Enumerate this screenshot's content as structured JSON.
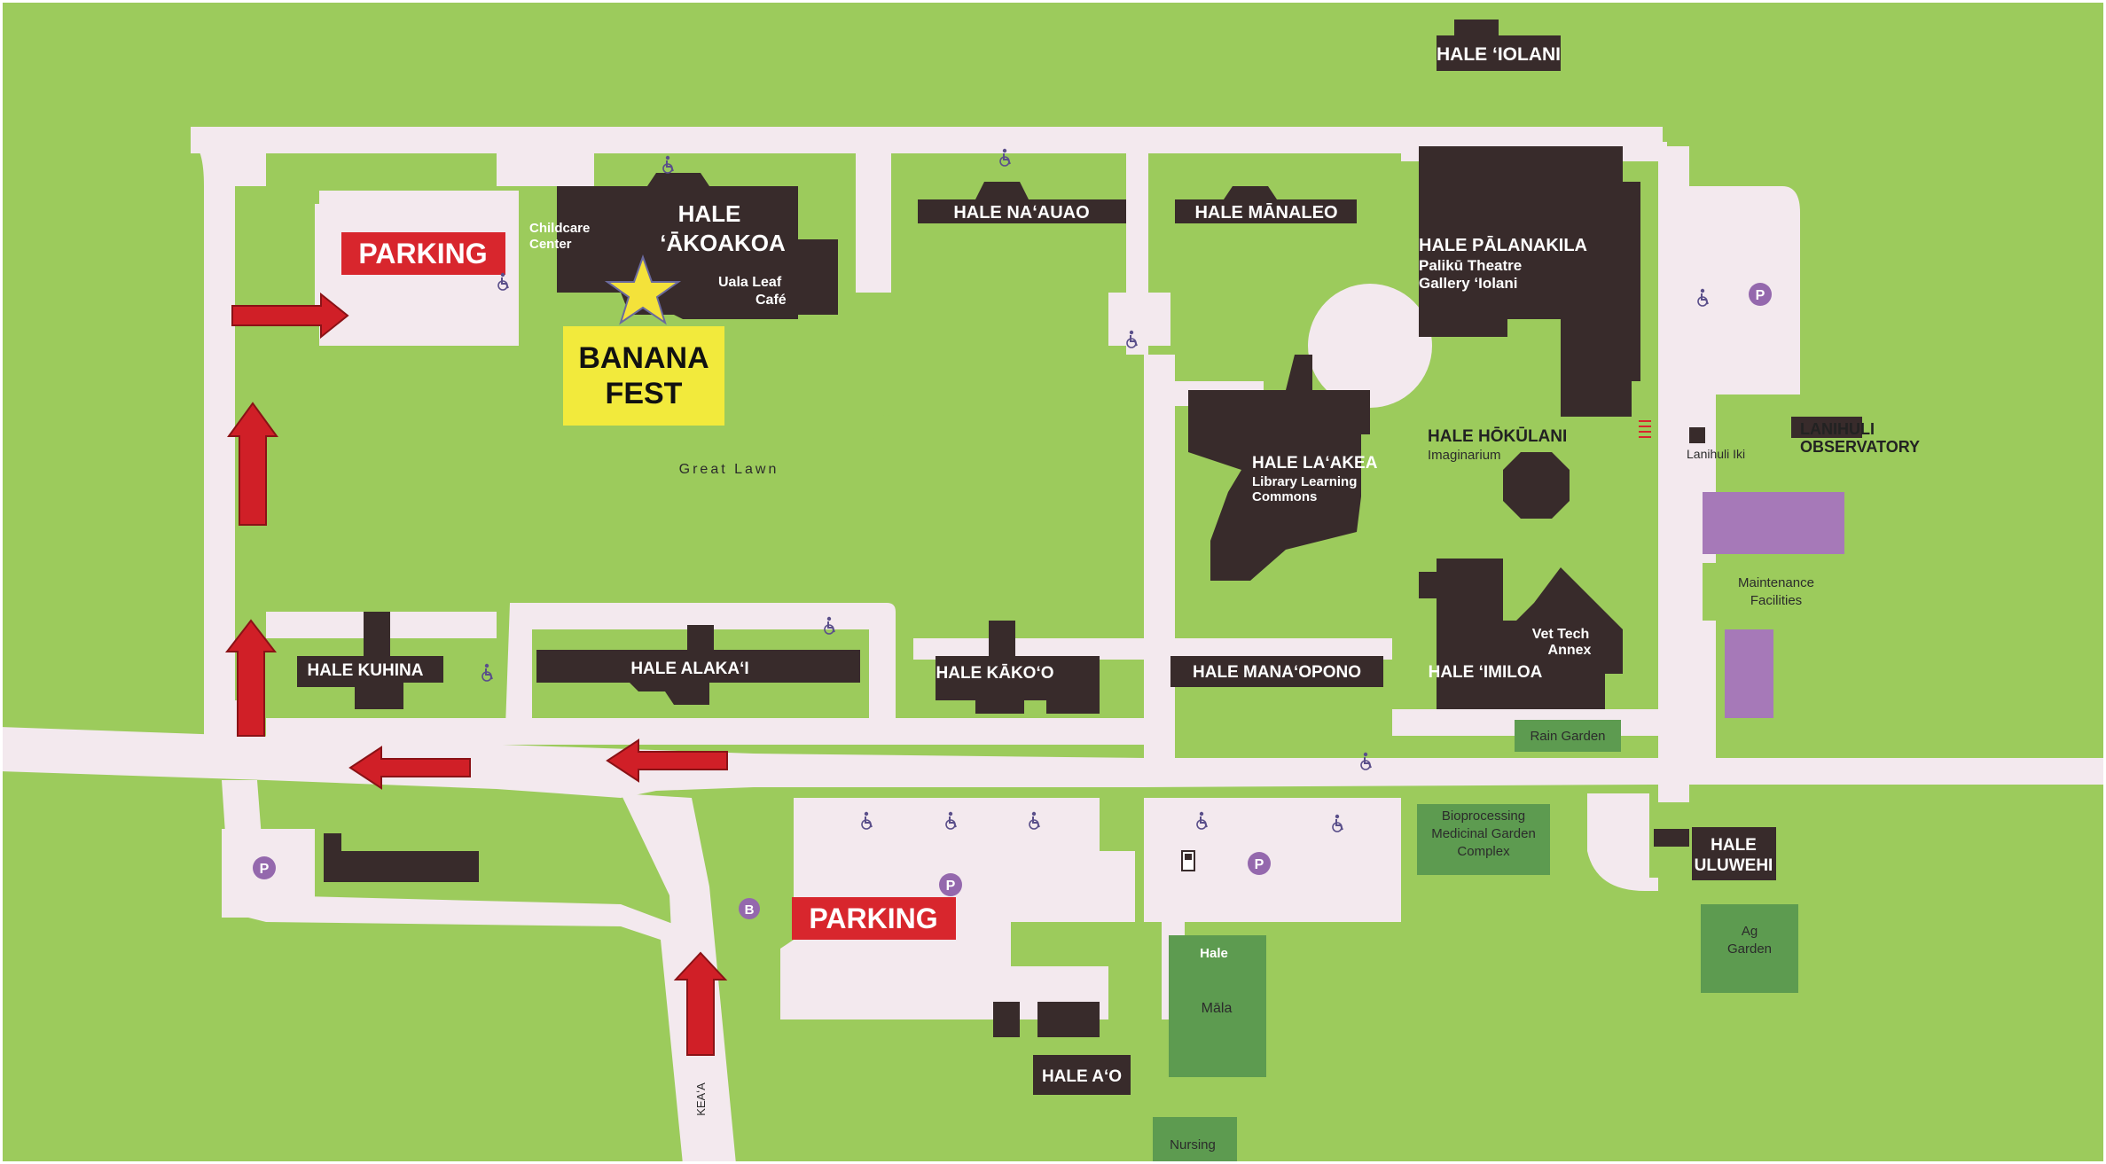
{
  "colors": {
    "grass": "#9ccb5c",
    "path": "#f3e9ee",
    "building": "#382b2b",
    "parking_label": "#d8262d",
    "arrow": "#d01f27",
    "fest": "#f2ea3c",
    "star": "#f4e23a",
    "facility_purple": "#a679b8",
    "garden": "#5d9b50",
    "parking_icon": "#9468ad"
  },
  "parking_labels": [
    "PARKING",
    "PARKING"
  ],
  "event": {
    "line1": "BANANA",
    "line2": "FEST"
  },
  "buildings": {
    "iolani": "HALE ʻIOLANI",
    "akoakoa_1": "HALE",
    "akoakoa_2": "ʻĀKOAKOA",
    "childcare_1": "Childcare",
    "childcare_2": "Center",
    "uala_1": "Uala Leaf",
    "uala_2": "Café",
    "naauao": "HALE NAʻAUAO",
    "manaleo": "HALE MĀNALEO",
    "palanakila": "HALE PĀLANAKILA",
    "paliku_1": "Palikū Theatre",
    "paliku_2": "Gallery ʻIolani",
    "laakea": "HALE LAʻAKEA",
    "laakea_sub_1": "Library Learning",
    "laakea_sub_2": "Commons",
    "hokulani": "HALE HŌKŪLANI",
    "imaginarium": "Imaginarium",
    "lanihuli_iki": "Lanihuli Iki",
    "lanihuli_obs_1": "LANIHULI",
    "lanihuli_obs_2": "OBSERVATORY",
    "maintenance_1": "Maintenance",
    "maintenance_2": "Facilities",
    "kuhina": "HALE KUHINA",
    "alakai": "HALE ALAKAʻI",
    "kakoo": "HALE KĀKOʻO",
    "manaopono": "HALE MANAʻOPONO",
    "imiloa": "HALE ʻIMILOA",
    "vettech_1": "Vet Tech",
    "vettech_2": "Annex",
    "rain_garden": "Rain Garden",
    "bio_1": "Bioprocessing",
    "bio_2": "Medicinal Garden",
    "bio_3": "Complex",
    "uluwehi_1": "HALE",
    "uluwehi_2": "ULUWEHI",
    "ag_1": "Ag",
    "ag_2": "Garden",
    "hale": "Hale",
    "mala": "Māla",
    "aeo": "HALE AʻO",
    "nursing": "Nursing"
  },
  "areas": {
    "great_lawn": "Great Lawn",
    "road": "KEAʻA"
  },
  "icons": {
    "parking": "P",
    "bus": "B",
    "accessible": "wheelchair-icon",
    "ev": "ev-charging-icon"
  }
}
